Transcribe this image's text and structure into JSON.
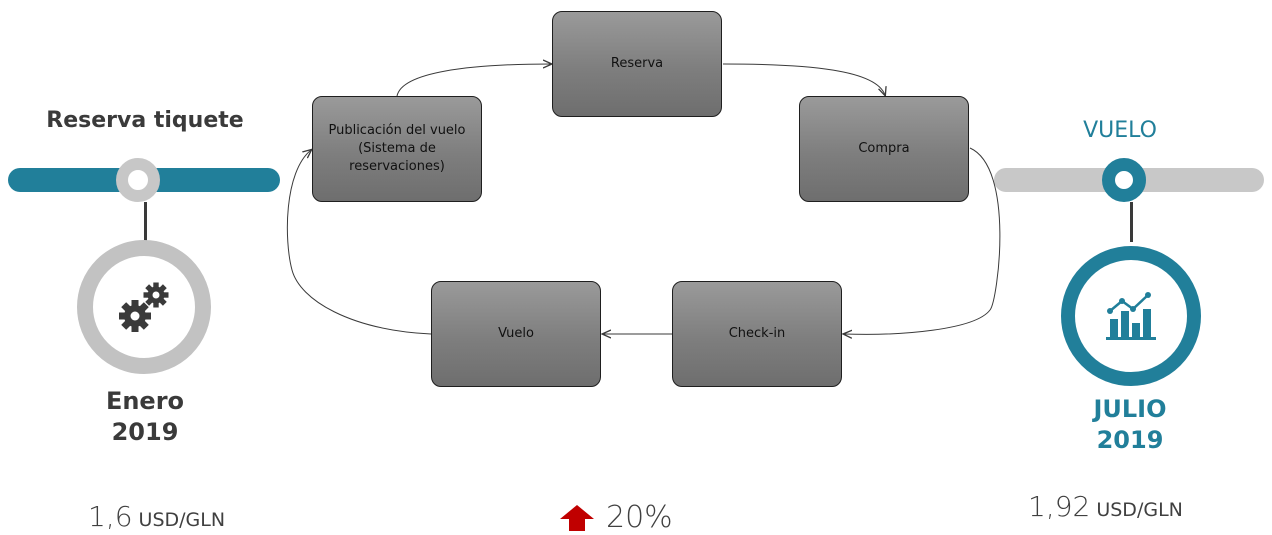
{
  "left": {
    "title": "Reserva tiquete",
    "date_line1": "Enero",
    "date_line2": "2019",
    "price_value": "1,6",
    "price_unit": "USD/GLN",
    "icon": "gears-icon"
  },
  "right": {
    "title": "VUELO",
    "date_line1": "JULIO",
    "date_line2": "2019",
    "price_value": "1,92",
    "price_unit": "USD/GLN",
    "icon": "growth-chart-icon"
  },
  "process": {
    "steps": [
      "Reserva",
      "Compra",
      "Check-in",
      "Vuelo",
      "Publicación del vuelo (Sistema de reservaciones)"
    ]
  },
  "change": {
    "value": "20%",
    "direction": "up",
    "color": "#c00000"
  },
  "colors": {
    "accent": "#217f9a",
    "gray": "#c7c7c7",
    "box": "#7e7e7e",
    "text": "#3a3a3a"
  }
}
